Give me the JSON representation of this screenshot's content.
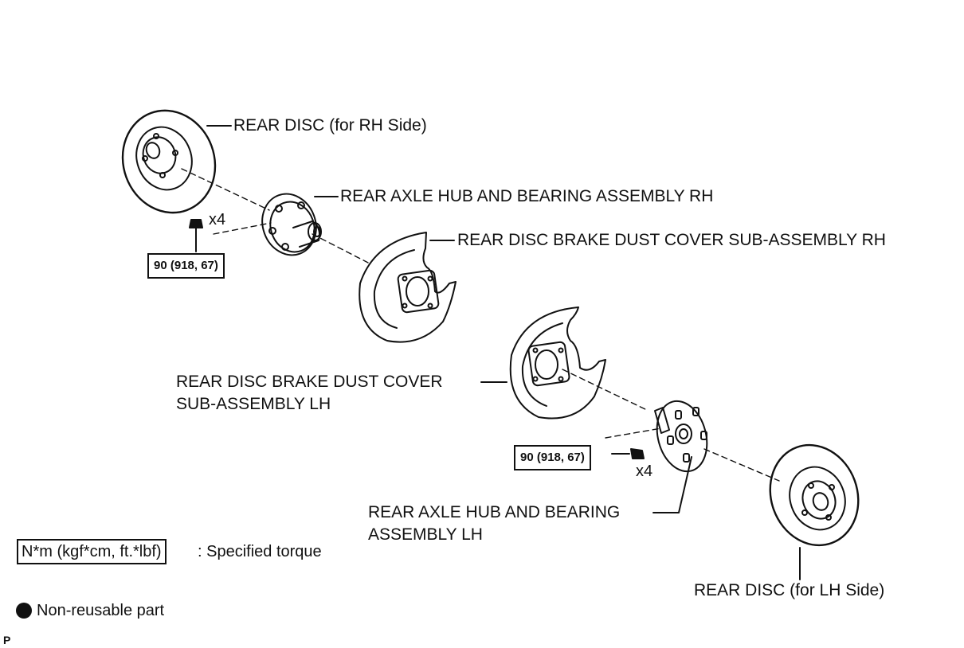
{
  "parts": {
    "rear_disc_rh": "REAR DISC (for RH Side)",
    "hub_rh": "REAR AXLE HUB AND BEARING ASSEMBLY RH",
    "dust_cover_rh": "REAR DISC BRAKE DUST COVER SUB-ASSEMBLY RH",
    "dust_cover_lh_line1": "REAR DISC BRAKE DUST COVER",
    "dust_cover_lh_line2": "SUB-ASSEMBLY LH",
    "hub_lh_line1": "REAR AXLE HUB AND BEARING",
    "hub_lh_line2": "ASSEMBLY LH",
    "rear_disc_lh": "REAR DISC (for LH Side)"
  },
  "fasteners": {
    "qty_rh": "x4",
    "qty_lh": "x4",
    "torque_rh": "90 (918, 67)",
    "torque_lh": "90 (918, 67)"
  },
  "legend": {
    "torque_units": "N*m (kgf*cm, ft.*lbf)",
    "torque_desc": ": Specified torque",
    "nonreusable": "Non-reusable part"
  },
  "corner_mark": "P"
}
